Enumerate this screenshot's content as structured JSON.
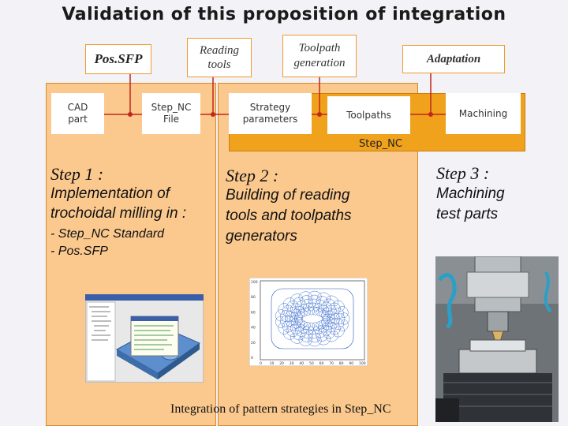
{
  "title": "Validation of this proposition of integration",
  "header_boxes": {
    "possfp": "Pos.SFP",
    "reading_tools": "Reading tools",
    "toolpath_generation": "Toolpath generation",
    "adaptation": "Adaptation"
  },
  "workflow": {
    "cad_part": "CAD part",
    "stepnc_file": "Step_NC File",
    "strategy_parameters": "Strategy parameters",
    "toolpaths": "Toolpaths",
    "machining": "Machining",
    "stepnc_label": "Step_NC"
  },
  "steps": {
    "step1": {
      "title": "Step 1 :",
      "line1": "Implementation of",
      "line2": "trochoidal milling in :",
      "item1": "- Step_NC Standard",
      "item2": "- Pos.SFP"
    },
    "step2": {
      "title": "Step 2 :",
      "line1": "Building of reading",
      "line2": "tools and toolpaths",
      "line3": "generators"
    },
    "step3": {
      "title": "Step 3 :",
      "line1": "Machining",
      "line2": "test parts"
    }
  },
  "plot": {
    "y_ticks": [
      "100",
      "80",
      "60",
      "40",
      "20",
      "0"
    ],
    "x_ticks": [
      "0",
      "10",
      "20",
      "30",
      "40",
      "50",
      "60",
      "70",
      "80",
      "90",
      "100"
    ]
  },
  "caption": "Integration of pattern strategies in Step_NC",
  "colors": {
    "orange_panel": "#fbc98e",
    "gold_band": "#f0a21c",
    "red_line": "#c0281d",
    "box_border": "#f29a2e"
  }
}
